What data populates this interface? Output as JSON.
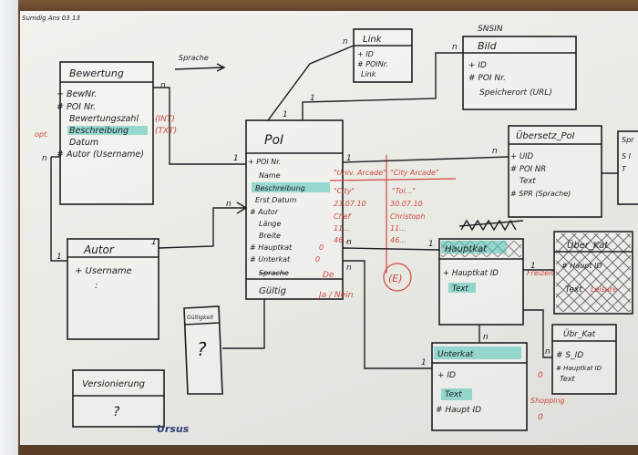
{
  "colors": {
    "ink": "#1c1c22",
    "red_pen": "#cf463d",
    "highlighter": "#4cc3b4",
    "paper": "#eeeeea",
    "cork": "#6b4a2d"
  },
  "header": {
    "corner_note": "Sumdig Ans 03 13",
    "top_tag": "SNSIN",
    "small_label_left": "Sprache",
    "arrow_label": "Sprache"
  },
  "entities": {
    "bewertung": {
      "name": "Bewertung",
      "attributes": [
        "+ BewNr.",
        "# POI Nr.",
        "Bewertungszahl",
        "Beschreibung",
        "Datum",
        "# Autor (Username)"
      ],
      "annotations": [
        "(INT)",
        "(TXT)",
        "opt."
      ]
    },
    "link": {
      "name": "Link",
      "attributes": [
        "+ ID",
        "# POINr.",
        "Link"
      ]
    },
    "bild": {
      "name": "Bild",
      "attributes": [
        "+ ID",
        "# POI Nr.",
        "Speicherort (URL)"
      ]
    },
    "poi": {
      "name": "PoI",
      "attributes": [
        "+ POI Nr.",
        "Name",
        "Beschreibung",
        "Erst Datum",
        "# Autor",
        "Länge",
        "Breite",
        "# Hauptkat",
        "# Unterkat",
        "Sprache",
        "Gültig"
      ],
      "sample_col1": [
        "\"Univ. Arcade\"",
        "\"City\"",
        "23.07.10",
        "Chef",
        "11...",
        "46..."
      ],
      "sample_col2": [
        "\"City Arcade\"",
        "\"Tol...\"",
        "30.07.10",
        "Christoph",
        "11...",
        "46..."
      ],
      "annotations": [
        "0",
        "0",
        "De",
        "Ja / Nein",
        "(E)"
      ]
    },
    "uebersetz_poi": {
      "name": "Übersetz_PoI",
      "attributes": [
        "+ UID",
        "# POI NR",
        "Text",
        "# SPR (Sprache)"
      ]
    },
    "autor": {
      "name": "Autor",
      "attributes": [
        "+ Username",
        ":"
      ]
    },
    "hauptkat": {
      "name": "Hauptkat",
      "attributes": [
        "+ Hauptkat ID",
        "Text"
      ],
      "annotation": "Freizeit"
    },
    "ueber_kat": {
      "name": "Über_Kat",
      "attributes": [
        "# Haupt ID",
        "Text"
      ],
      "annotation": "Leisure"
    },
    "unterkat": {
      "name": "Unterkat",
      "attributes": [
        "+ ID",
        "Text",
        "# Haupt ID"
      ],
      "annotation": "Shopping"
    },
    "uebr_kat": {
      "name": "Übr_Kat",
      "attributes": [
        "# S_ID",
        "# Hauptkat ID",
        "Text"
      ]
    },
    "right_edge": {
      "name": "Spr",
      "attributes": [
        "S I",
        "T"
      ]
    },
    "gueltigkeit": {
      "name": "Gültigkeit",
      "value": "?"
    },
    "versionierung": {
      "name": "Versionierung",
      "value": "?"
    }
  },
  "cardinalities": {
    "n": "n",
    "one": "1",
    "zero": "0"
  },
  "brand": {
    "logo": "Ursus"
  }
}
